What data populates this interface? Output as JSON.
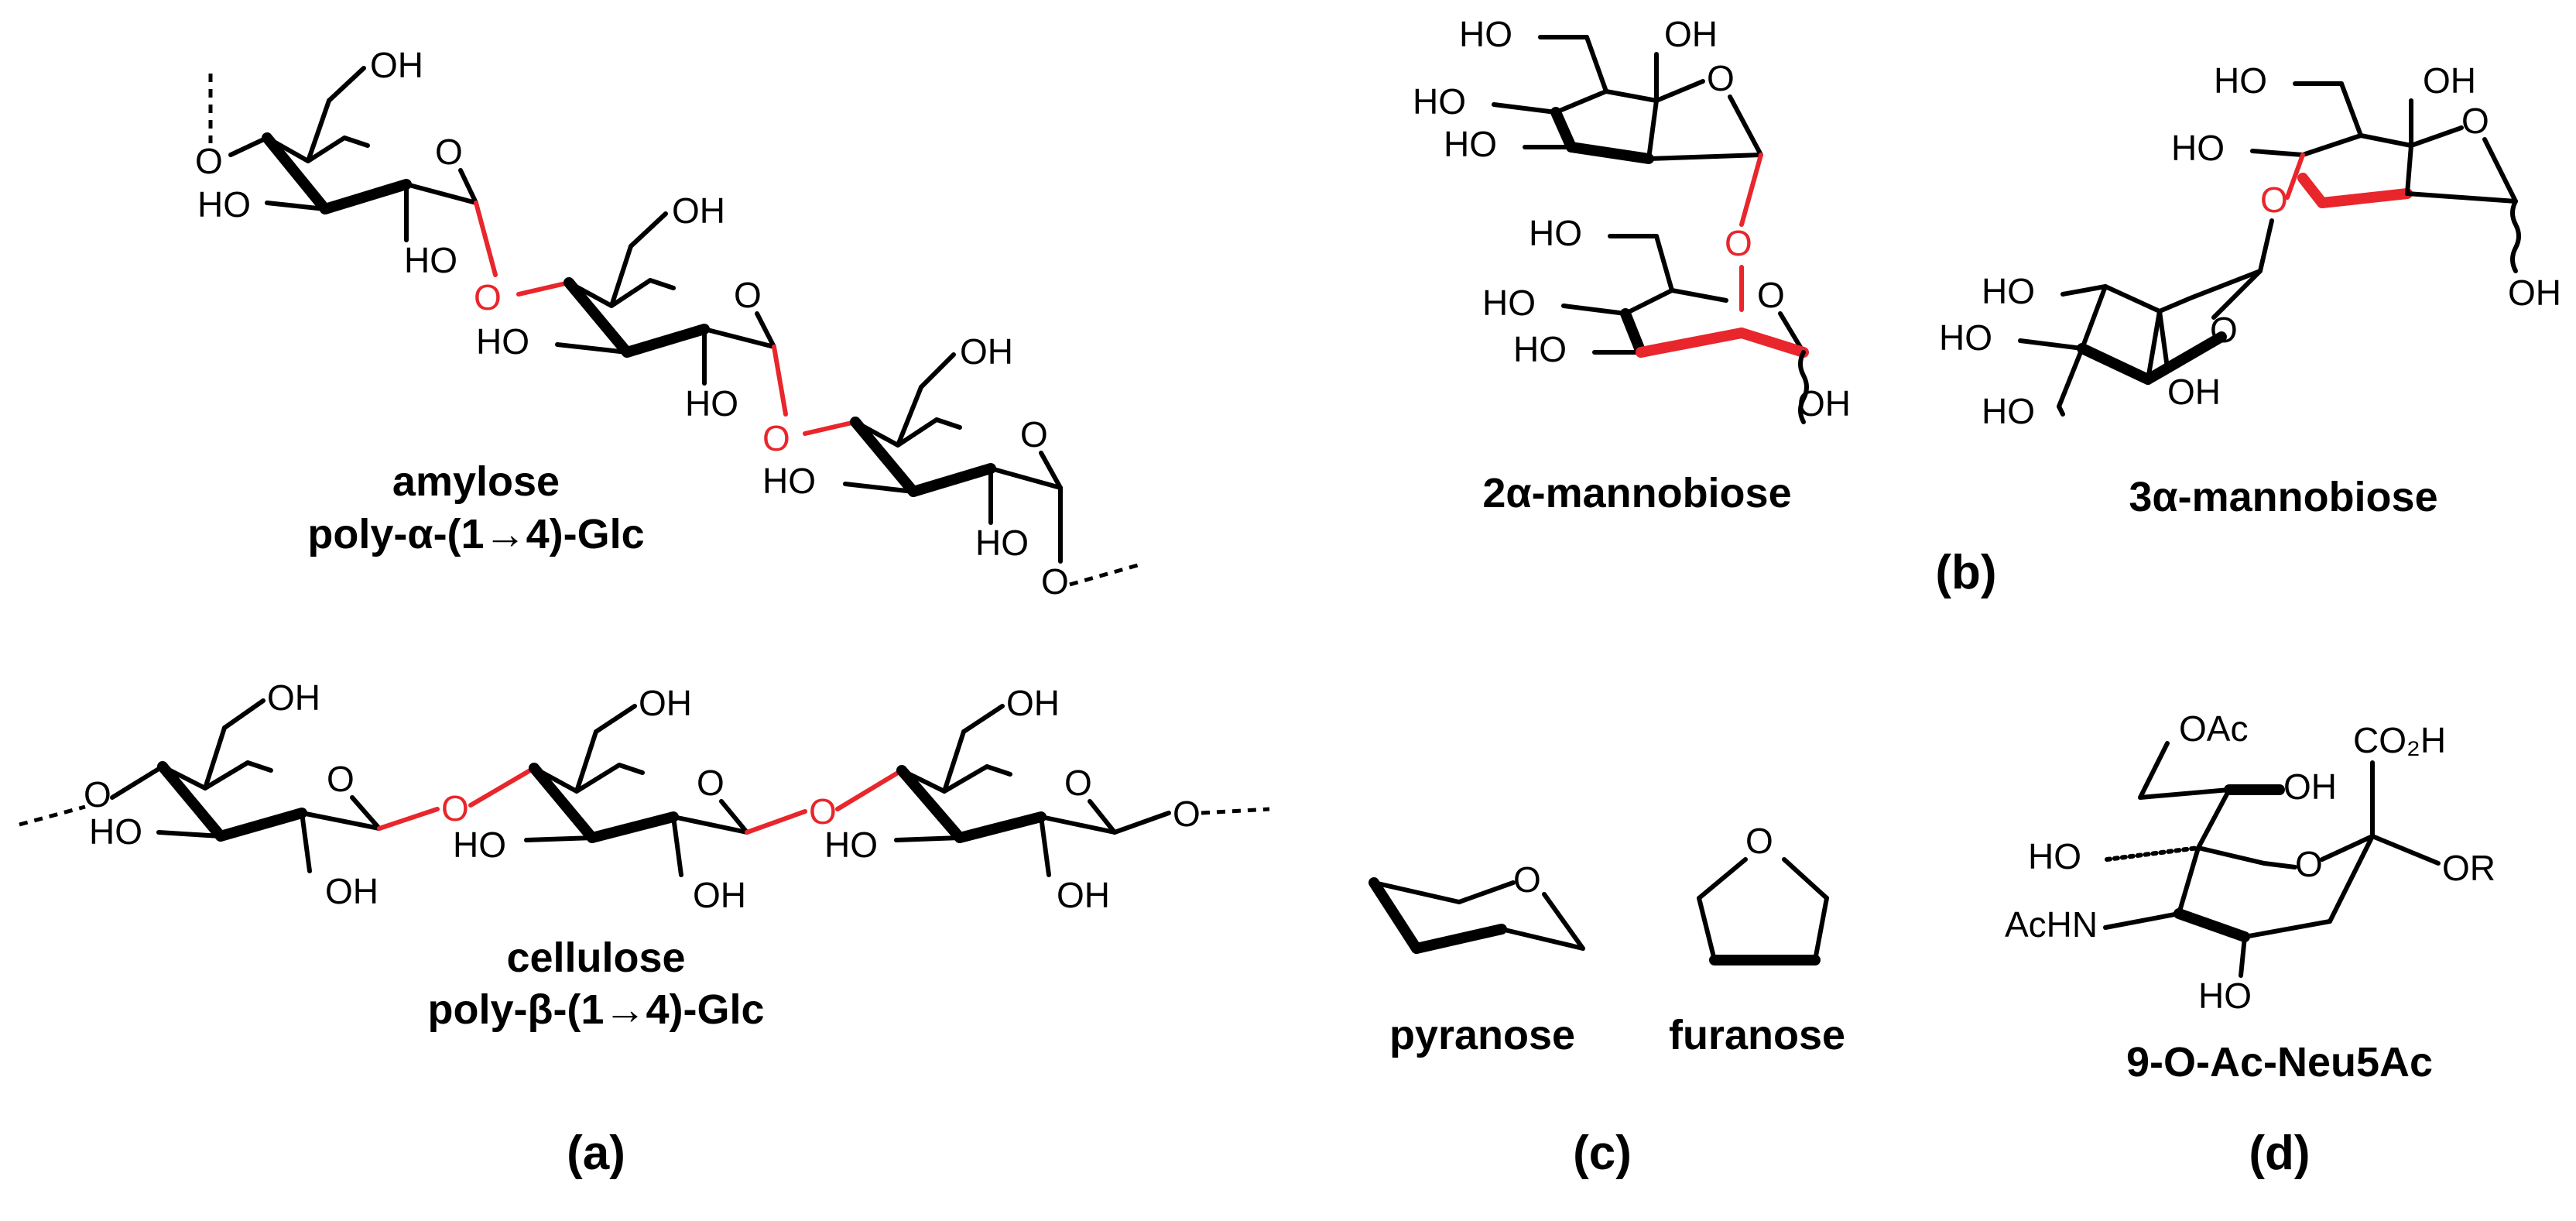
{
  "atoms": {
    "oh": "OH",
    "ho": "HO",
    "o": "O",
    "oac": "OAc",
    "achn": "AcHN",
    "or": "OR",
    "co2h": "CO₂H"
  },
  "panels": {
    "a": {
      "label": "(a)",
      "amylose_name": "amylose",
      "amylose_formula": "poly-α-(1→4)-Glc",
      "cellulose_name": "cellulose",
      "cellulose_formula": "poly-β-(1→4)-Glc"
    },
    "b": {
      "label": "(b)",
      "left_name": "2α-mannobiose",
      "right_name": "3α-mannobiose"
    },
    "c": {
      "label": "(c)",
      "pyranose": "pyranose",
      "furanose": "furanose"
    },
    "d": {
      "label": "(d)",
      "name": "9-O-Ac-Neu5Ac"
    }
  },
  "colors": {
    "bond": "#000000",
    "highlight": "#e8262b"
  }
}
